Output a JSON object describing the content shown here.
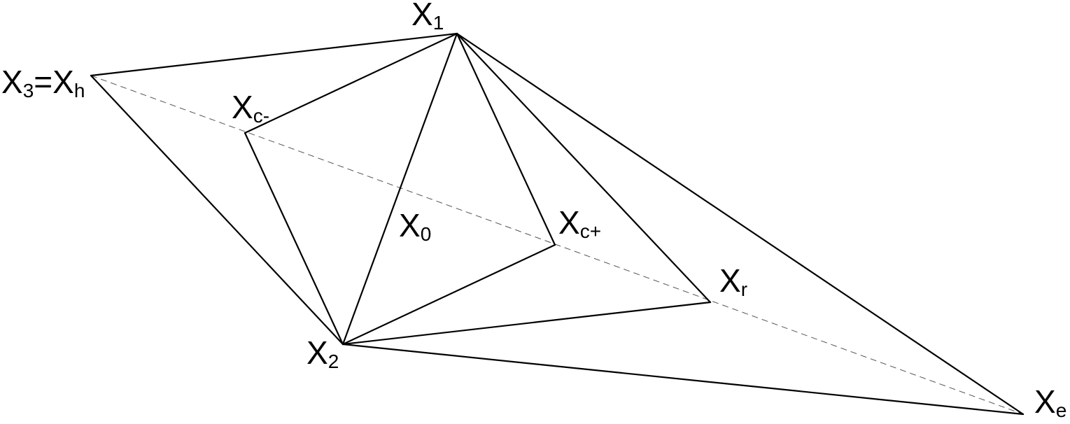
{
  "labels": {
    "x1": {
      "base": "X",
      "sub": "1"
    },
    "x3h": {
      "base": "X",
      "sub": "3",
      "eq": "=",
      "base2": "X",
      "sub2": "h"
    },
    "xcm": {
      "base": "X",
      "sub": "c-"
    },
    "x0": {
      "base": "X",
      "sub": "0"
    },
    "xcp": {
      "base": "X",
      "sub": "c+"
    },
    "xr": {
      "base": "X",
      "sub": "r"
    },
    "x2": {
      "base": "X",
      "sub": "2"
    },
    "xe": {
      "base": "X",
      "sub": "e"
    }
  }
}
